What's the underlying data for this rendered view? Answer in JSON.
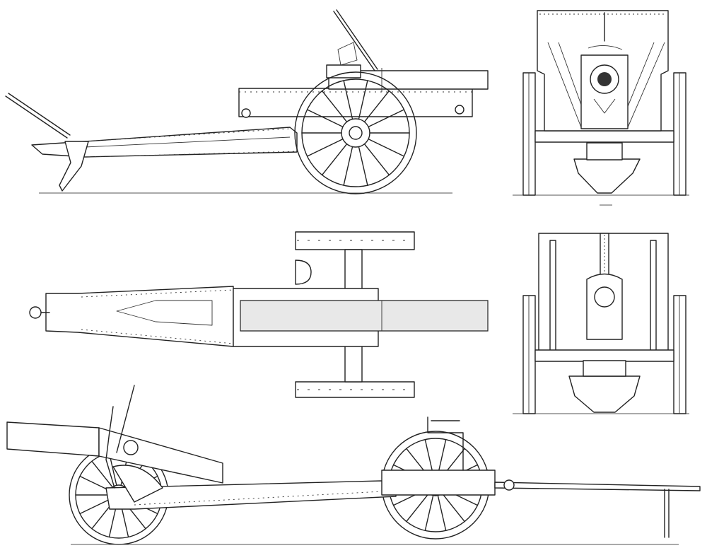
{
  "drawing": {
    "views": [
      {
        "id": "side-right"
      },
      {
        "id": "front"
      },
      {
        "id": "top"
      },
      {
        "id": "rear"
      },
      {
        "id": "side-left-limbered"
      }
    ]
  },
  "colors": {
    "line": "#222222",
    "background": "#ffffff",
    "barrel_shade": "#e8e8e8"
  }
}
